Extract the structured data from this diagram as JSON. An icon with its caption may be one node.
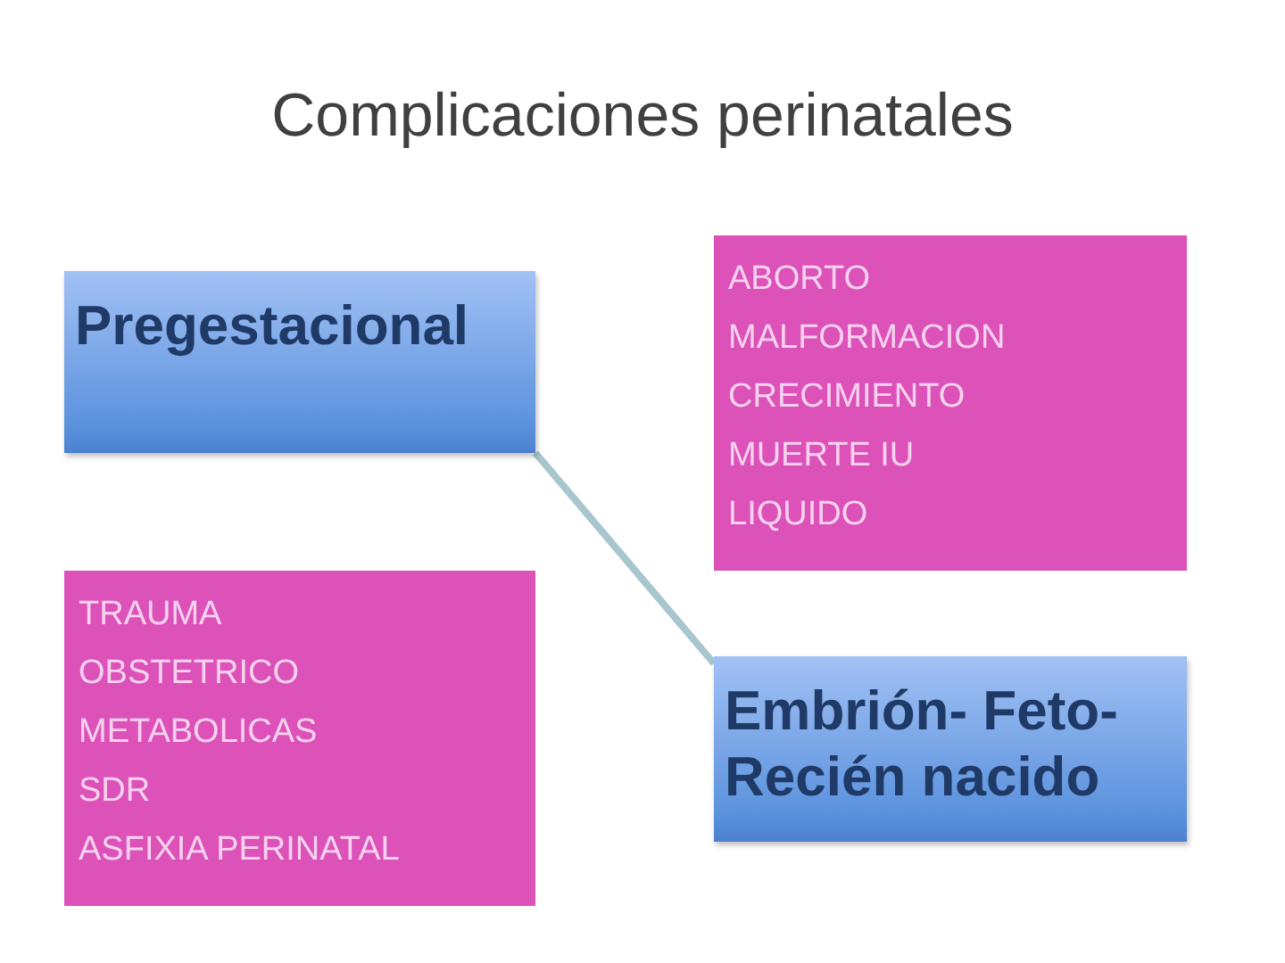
{
  "diagram": {
    "title": "Complicaciones perinatales",
    "nodes": [
      {
        "text": [
          "Pregestacional"
        ]
      },
      {
        "text": [
          "ABORTO",
          "MALFORMACION",
          "CRECIMIENTO",
          "MUERTE IU",
          "LIQUIDO"
        ]
      },
      {
        "text": [
          "TRAUMA",
          "OBSTETRICO",
          "METABOLICAS",
          "SDR",
          "ASFIXIA PERINATAL"
        ]
      },
      {
        "text": [
          "Embrión- Feto- Recién nacido"
        ]
      }
    ],
    "edges": [
      {
        "from": 0,
        "to": 3,
        "arrow": "none",
        "color": "#a9c6cf"
      }
    ]
  }
}
